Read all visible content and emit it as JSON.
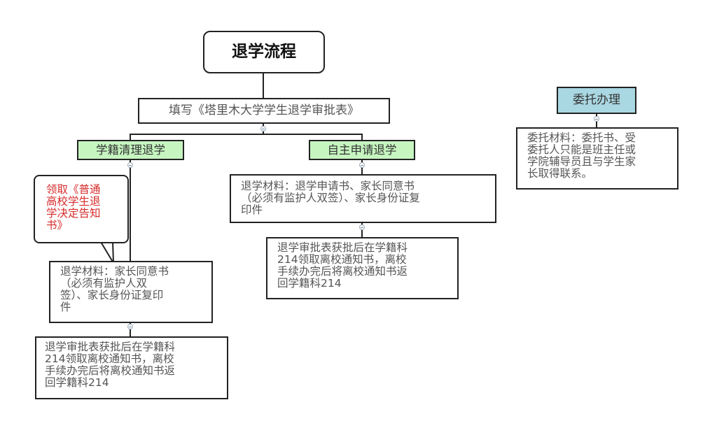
{
  "title": "退学流程",
  "form_step": "填写《塔里木大学学生退学审批表》",
  "branches": {
    "left": {
      "label": "学籍清理退学",
      "callout_lines": [
        "领取《普通",
        "高校学生退",
        "学决定告知",
        "书》"
      ],
      "materials_lines": [
        "退学材料：家长同意书",
        "（必须有监护人双",
        "签）、家长身份证复印",
        "件"
      ],
      "approval_lines": [
        "退学审批表获批后在学籍科",
        "214领取离校通知书，离校",
        "手续办完后将离校通知书返",
        "回学籍科214"
      ]
    },
    "middle": {
      "label": "自主申请退学",
      "materials_lines": [
        "退学材料：退学申请书、家长同意书",
        "（必须有监护人双签）、家长身份证复",
        "印件"
      ],
      "approval_lines": [
        "退学审批表获批后在学籍科",
        "214领取离校通知书，离校",
        "手续办完后将离校通知书返",
        "回学籍科214"
      ]
    },
    "right": {
      "label": "委托办理",
      "materials_lines": [
        "委托材料：委托书、受",
        "委托人只能是班主任或",
        "学院辅导员且与学生家",
        "长取得联系。"
      ]
    }
  },
  "colors": {
    "green": "#c6f5c0",
    "blue": "#a9d7e2",
    "callout_text": "#d62b2b"
  }
}
